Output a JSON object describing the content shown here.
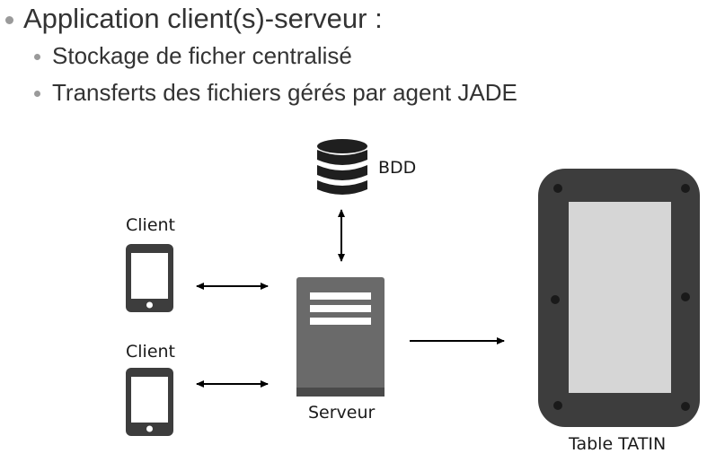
{
  "slide": {
    "heading": "Application client(s)-serveur :",
    "bullets": [
      "Stockage de ficher centralisé",
      "Transferts des fichiers gérés par agent JADE"
    ]
  },
  "diagram": {
    "database_label": "BDD",
    "client_label_1": "Client",
    "client_label_2": "Client",
    "server_label": "Serveur",
    "table_label": "Table TATIN"
  },
  "colors": {
    "text": "#333333",
    "bullet": "#9a9a9a",
    "device_dark": "#3d3d3d",
    "server_gray": "#6a6a6a",
    "screen_light": "#d6d6d6"
  }
}
